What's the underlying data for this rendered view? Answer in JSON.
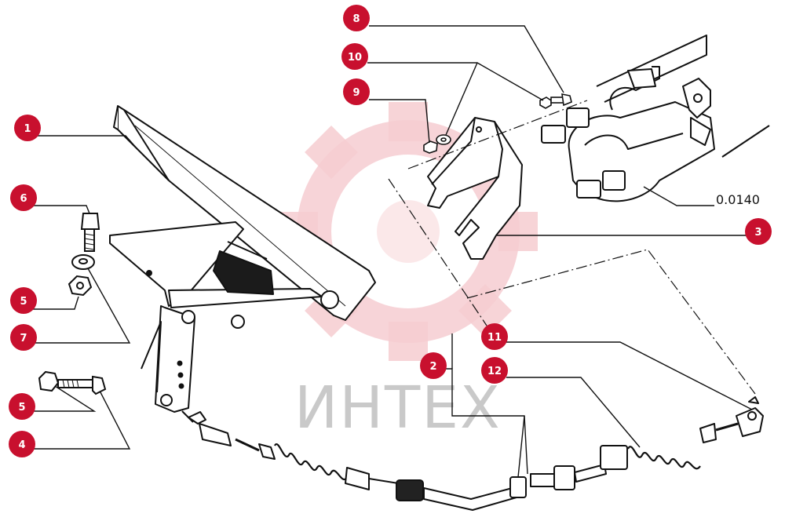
{
  "diagram": {
    "part_code": "0.0140",
    "watermark_text": "ИНТЕХ",
    "callouts": [
      {
        "id": "c1",
        "num": "1"
      },
      {
        "id": "c2",
        "num": "2"
      },
      {
        "id": "c3",
        "num": "3"
      },
      {
        "id": "c4",
        "num": "4"
      },
      {
        "id": "c5a",
        "num": "5"
      },
      {
        "id": "c5b",
        "num": "5"
      },
      {
        "id": "c6",
        "num": "6"
      },
      {
        "id": "c7",
        "num": "7"
      },
      {
        "id": "c8",
        "num": "8"
      },
      {
        "id": "c9",
        "num": "9"
      },
      {
        "id": "c10",
        "num": "10"
      },
      {
        "id": "c11",
        "num": "11"
      },
      {
        "id": "c12",
        "num": "12"
      }
    ]
  },
  "colors": {
    "callout_fill": "#c8102e",
    "line": "#111111",
    "watermark_gear": "#f7d3d6",
    "watermark_text": "#c9c9c9"
  }
}
